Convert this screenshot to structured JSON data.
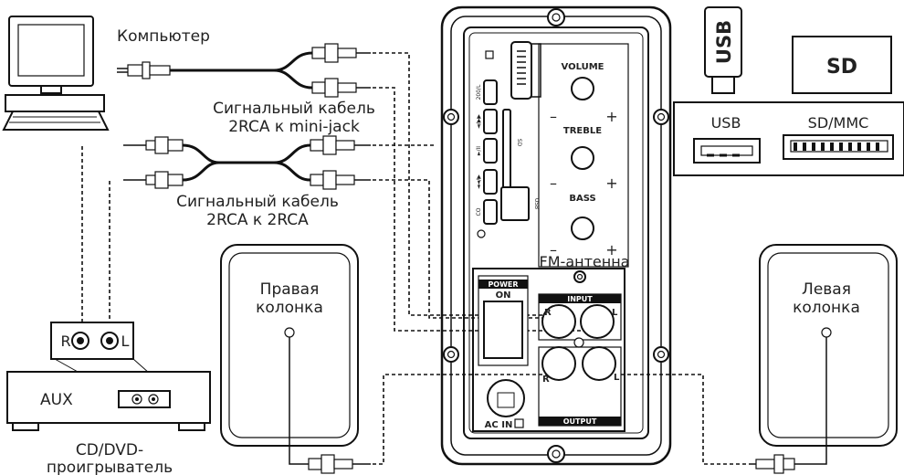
{
  "labels": {
    "computer": "Компьютер",
    "cable1_line1": "Сигнальный кабель",
    "cable1_line2": "2RCA к mini-jack",
    "cable2_line1": "Сигнальный кабель",
    "cable2_line2": "2RCA к 2RCA",
    "right_speaker_line1": "Правая",
    "right_speaker_line2": "колонка",
    "left_speaker_line1": "Левая",
    "left_speaker_line2": "колонка",
    "aux": "AUX",
    "player_line1": "CD/DVD-",
    "player_line2": "проигрыватель",
    "rca_r": "R",
    "rca_l": "L",
    "usb_stick": "USB",
    "sd_card": "SD",
    "port_usb": "USB",
    "port_sdmmc": "SD/MMC",
    "fm_antenna": "FM-антенна"
  },
  "panel": {
    "volume": "VOLUME",
    "treble": "TREBLE",
    "bass": "BASS",
    "minus": "–",
    "plus": "+",
    "power": "POWER",
    "on": "ON",
    "input": "INPUT",
    "output": "OUTPUT",
    "ac_in": "AC IN",
    "in_r": "R",
    "in_l": "L",
    "out_r": "R",
    "out_l": "L",
    "btn1": "200/L",
    "btn2": "◄/▶▶",
    "btn3": "►/II",
    "btn4": "◄◄/▶",
    "btn5": "CO",
    "slot_sd": "SD",
    "slot_usb": "USB"
  }
}
